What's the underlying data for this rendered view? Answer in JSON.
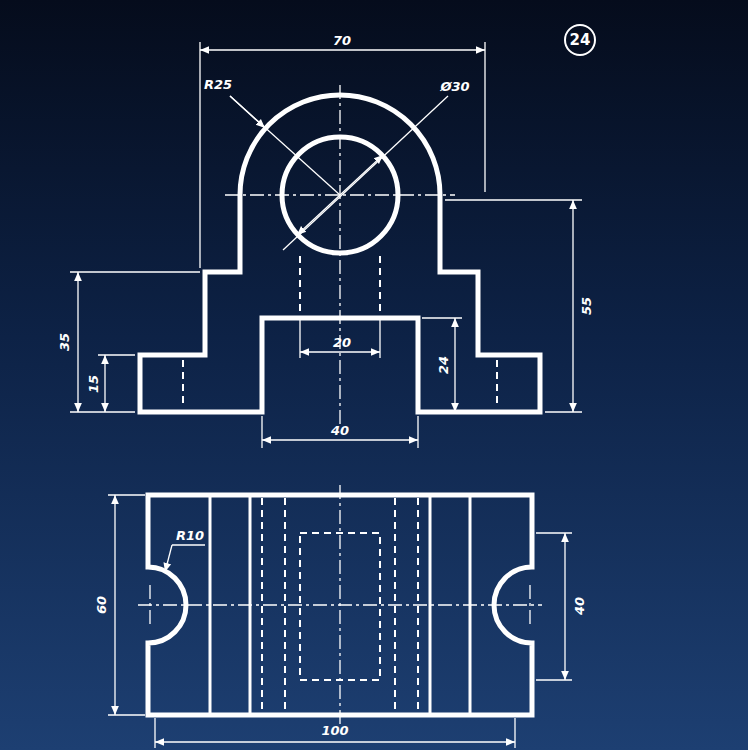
{
  "diagram": {
    "labels": [
      "70",
      "R25",
      "Ø30",
      "35",
      "15",
      "20",
      "24",
      "55",
      "40",
      "R10",
      "60",
      "40",
      "100",
      "24"
    ]
  }
}
